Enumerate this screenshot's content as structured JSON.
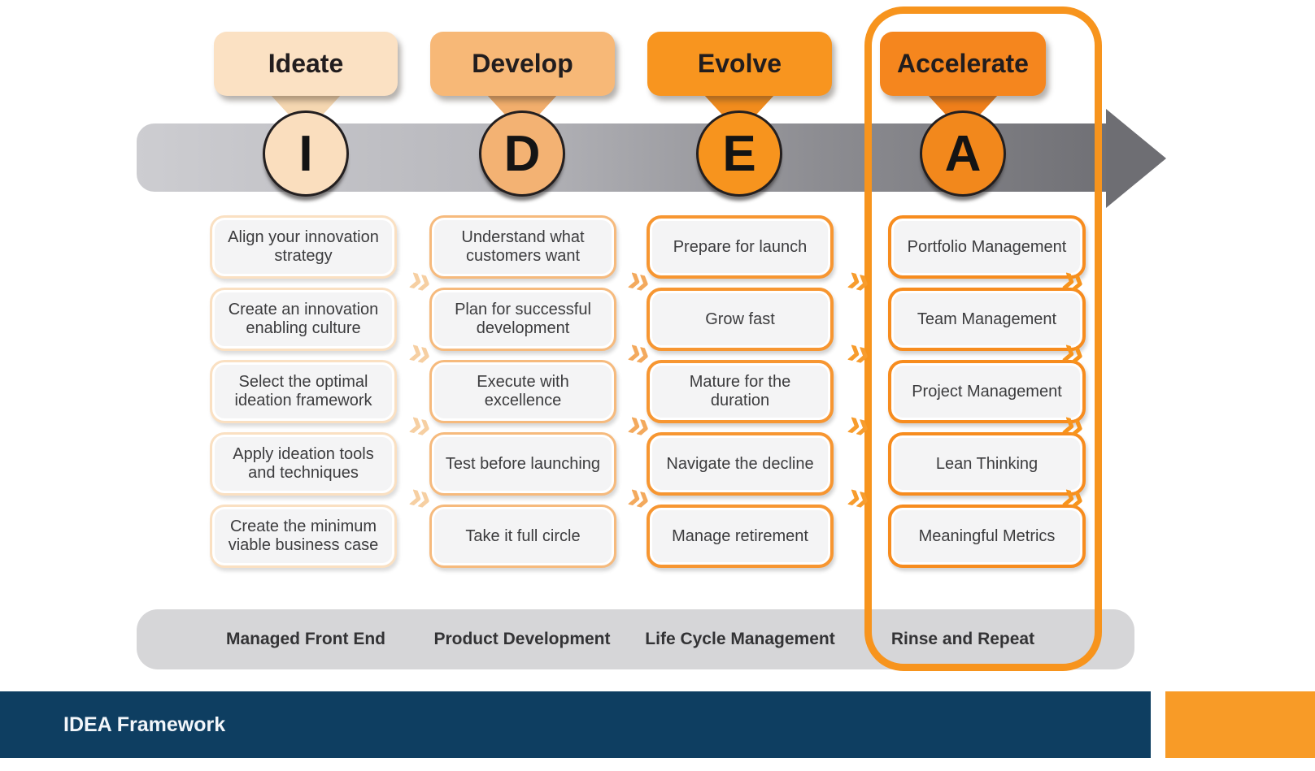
{
  "palette": {
    "ideate_header": "#FBE1C3",
    "develop_header": "#F7B877",
    "evolve_header": "#F8951F",
    "accelerate_header": "#F5861E",
    "timeline_gray_light": "#CDCDD1",
    "timeline_gray_dark": "#6E6E73",
    "bottom_band_gray": "#D6D6D8",
    "highlight_outline_orange": "#F7941D",
    "footer_navy": "#0E3E61",
    "footer_accent_orange": "#F89B27"
  },
  "icons": {
    "chevron": "»"
  },
  "columns": [
    {
      "header": "Ideate",
      "letter": "I",
      "band_label": "Managed Front End",
      "items": [
        "Align your innovation strategy",
        "Create an innovation enabling culture",
        "Select the optimal ideation framework",
        "Apply ideation tools and techniques",
        "Create the minimum viable business case"
      ]
    },
    {
      "header": "Develop",
      "letter": "D",
      "band_label": "Product Development",
      "items": [
        "Understand what customers want",
        "Plan for successful development",
        "Execute with excellence",
        "Test before launching",
        "Take it full circle"
      ]
    },
    {
      "header": "Evolve",
      "letter": "E",
      "band_label": "Life Cycle Management",
      "items": [
        "Prepare for launch",
        "Grow fast",
        "Mature for the duration",
        "Navigate the decline",
        "Manage retirement"
      ]
    },
    {
      "header": "Accelerate",
      "letter": "A",
      "band_label": "Rinse and Repeat",
      "items": [
        "Portfolio Management",
        "Team Management",
        "Project Management",
        "Lean Thinking",
        "Meaningful Metrics"
      ]
    }
  ],
  "footer": {
    "title": "IDEA Framework"
  }
}
